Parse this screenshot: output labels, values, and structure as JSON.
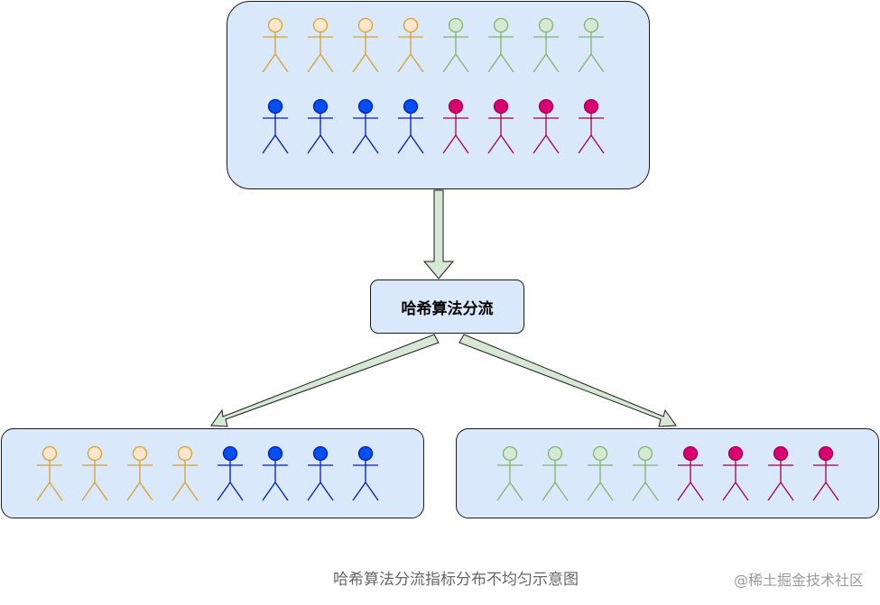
{
  "process": {
    "label": "哈希算法分流"
  },
  "caption": "哈希算法分流指标分布不均匀示意图",
  "watermark": "@稀土掘金技术社区",
  "colors": {
    "box_fill": "#dae8fc",
    "arrow_fill": "#d5e8d4",
    "orange": {
      "stroke": "#d6a12b",
      "fill": "#ffe6cc"
    },
    "green": {
      "stroke": "#82b366",
      "fill": "#d5e8d4"
    },
    "blue": {
      "stroke": "#001dbc",
      "fill": "#0050ef"
    },
    "magenta": {
      "stroke": "#a50040",
      "fill": "#d80073"
    }
  },
  "groups": {
    "top_row_1": [
      "orange",
      "orange",
      "orange",
      "orange",
      "green",
      "green",
      "green",
      "green"
    ],
    "top_row_2": [
      "blue",
      "blue",
      "blue",
      "blue",
      "magenta",
      "magenta",
      "magenta",
      "magenta"
    ],
    "left_bucket": [
      "orange",
      "orange",
      "orange",
      "orange",
      "blue",
      "blue",
      "blue",
      "blue"
    ],
    "right_bucket": [
      "green",
      "green",
      "green",
      "green",
      "magenta",
      "magenta",
      "magenta",
      "magenta"
    ]
  }
}
